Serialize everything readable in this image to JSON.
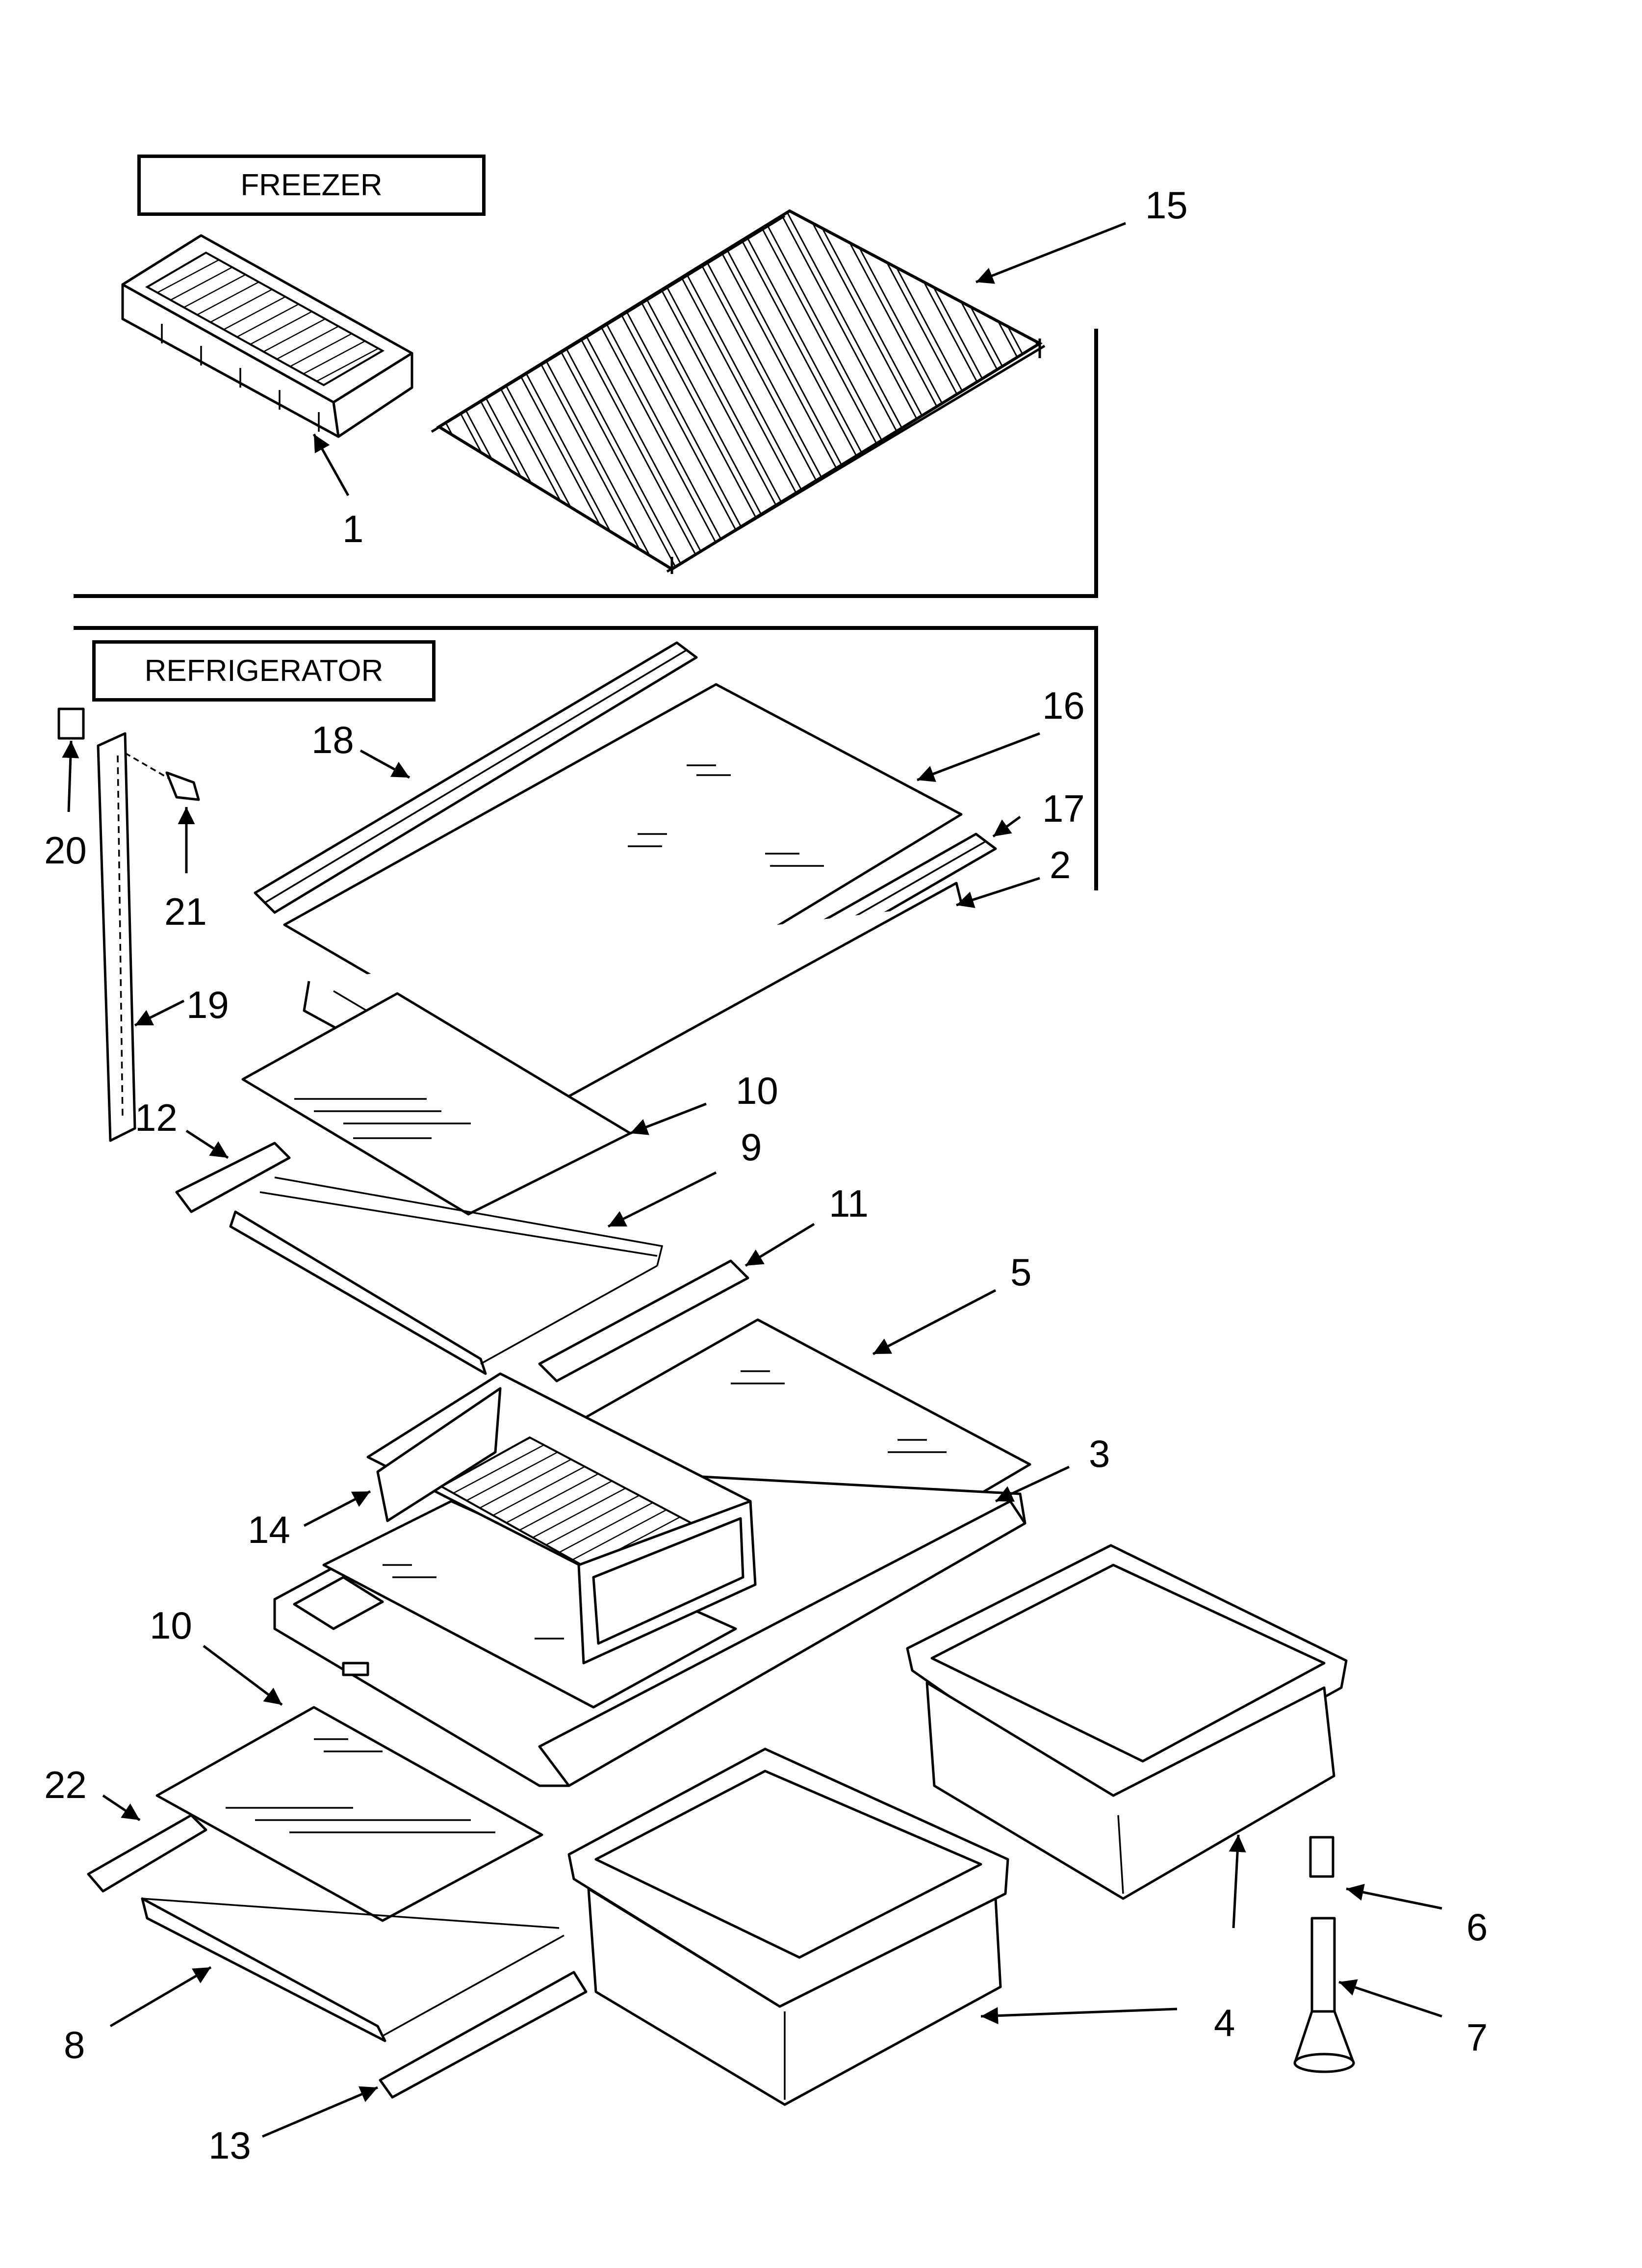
{
  "sections": {
    "freezer": "FREEZER",
    "refrigerator": "REFRIGERATOR"
  },
  "callouts": {
    "c1": "1",
    "c2": "2",
    "c3": "3",
    "c4": "4",
    "c5": "5",
    "c6": "6",
    "c7": "7",
    "c8": "8",
    "c9": "9",
    "c10a": "10",
    "c10b": "10",
    "c11": "11",
    "c12": "12",
    "c13": "13",
    "c14": "14",
    "c15": "15",
    "c16": "16",
    "c17": "17",
    "c18": "18",
    "c19": "19",
    "c20": "20",
    "c21": "21",
    "c22": "22"
  }
}
